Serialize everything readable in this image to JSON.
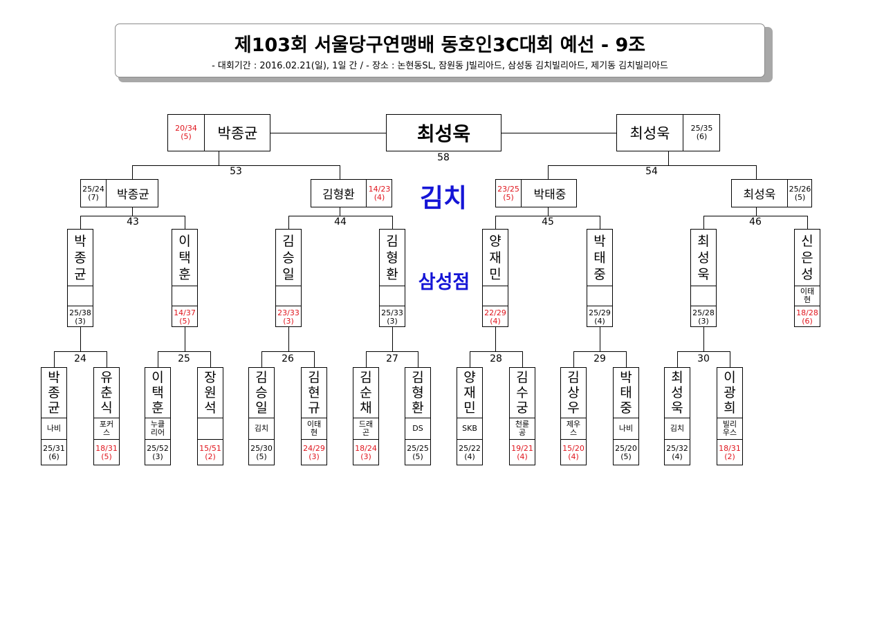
{
  "header": {
    "title": "제103회 서울당구연맹배 동호인3C대회 예선 - 9조",
    "subtitle": "- 대회기간 : 2016.02.21(일), 1일 간 / - 장소 : 논현동SL, 잠원동 J빌리아드, 삼성동 김치빌리아드, 제기동 김치빌리아드"
  },
  "venues": {
    "upper": "김치",
    "lower": "삼성점"
  },
  "final": {
    "winner": "최성욱",
    "match": "58",
    "left": {
      "name": "박종균",
      "score": "20/34",
      "innings": "(5)"
    },
    "right": {
      "name": "최성욱",
      "score": "25/35",
      "innings": "(6)"
    }
  },
  "semis": [
    {
      "match": "53",
      "a": {
        "name": "박종균",
        "score": "25/24",
        "innings": "(7)"
      },
      "b": {
        "name": "김형환",
        "score": "14/23",
        "innings": "(4)"
      }
    },
    {
      "match": "54",
      "a": {
        "name": "박태중",
        "score": "23/25",
        "innings": "(5)"
      },
      "b": {
        "name": "최성욱",
        "score": "25/26",
        "innings": "(5)"
      }
    }
  ],
  "r2": [
    {
      "match": "43",
      "a": {
        "name": "박종균",
        "club": "",
        "score": "25/38",
        "innings": "(3)"
      },
      "b": {
        "name": "이택훈",
        "club": "",
        "score": "14/37",
        "innings": "(5)"
      }
    },
    {
      "match": "44",
      "a": {
        "name": "김승일",
        "club": "",
        "score": "23/33",
        "innings": "(3)"
      },
      "b": {
        "name": "김형환",
        "club": "",
        "score": "25/33",
        "innings": "(3)"
      }
    },
    {
      "match": "45",
      "a": {
        "name": "양재민",
        "club": "",
        "score": "22/29",
        "innings": "(4)"
      },
      "b": {
        "name": "박태중",
        "club": "",
        "score": "25/29",
        "innings": "(4)"
      }
    },
    {
      "match": "46",
      "a": {
        "name": "최성욱",
        "club": "",
        "score": "25/28",
        "innings": "(3)"
      },
      "b": {
        "name": "신은성",
        "club": "이태현",
        "score": "18/28",
        "innings": "(6)"
      }
    }
  ],
  "r1": [
    {
      "match": "24",
      "a": {
        "name": "박종균",
        "club": "나비",
        "score": "25/31",
        "innings": "(6)"
      },
      "b": {
        "name": "유춘식",
        "club": "포커스",
        "score": "18/31",
        "innings": "(5)"
      }
    },
    {
      "match": "25",
      "a": {
        "name": "이택훈",
        "club": "누클리어",
        "score": "25/52",
        "innings": "(3)"
      },
      "b": {
        "name": "장원석",
        "club": "",
        "score": "15/51",
        "innings": "(2)"
      }
    },
    {
      "match": "26",
      "a": {
        "name": "김승일",
        "club": "김치",
        "score": "25/30",
        "innings": "(5)"
      },
      "b": {
        "name": "김현규",
        "club": "이태현",
        "score": "24/29",
        "innings": "(3)"
      }
    },
    {
      "match": "27",
      "a": {
        "name": "김순채",
        "club": "드래곤",
        "score": "18/24",
        "innings": "(3)"
      },
      "b": {
        "name": "김형환",
        "club": "DS",
        "score": "25/25",
        "innings": "(5)"
      }
    },
    {
      "match": "28",
      "a": {
        "name": "양재민",
        "club": "SKB",
        "score": "25/22",
        "innings": "(4)"
      },
      "b": {
        "name": "김수궁",
        "club": "천륜공",
        "score": "19/21",
        "innings": "(4)"
      }
    },
    {
      "match": "29",
      "a": {
        "name": "김상우",
        "club": "제우스",
        "score": "15/20",
        "innings": "(4)"
      },
      "b": {
        "name": "박태중",
        "club": "나비",
        "score": "25/20",
        "innings": "(5)"
      }
    },
    {
      "match": "30",
      "a": {
        "name": "최성욱",
        "club": "김치",
        "score": "25/32",
        "innings": "(4)"
      },
      "b": {
        "name": "이광희",
        "club": "빌리우스",
        "score": "18/31",
        "innings": "(2)"
      }
    }
  ]
}
